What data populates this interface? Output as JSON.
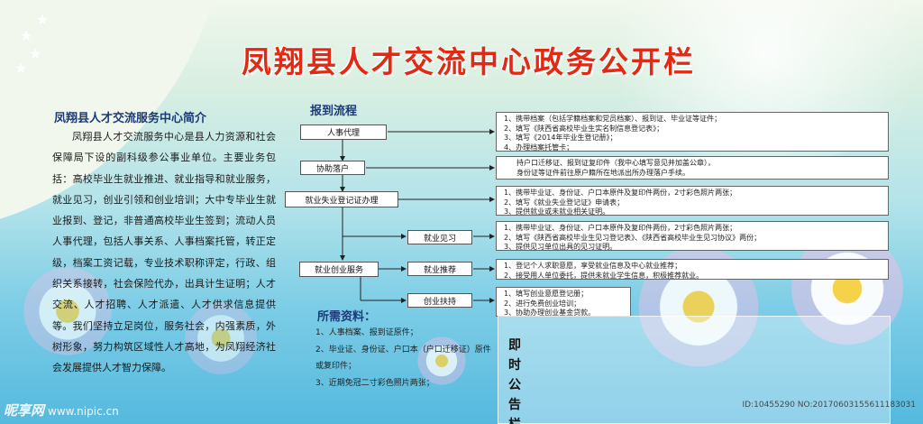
{
  "title": "凤翔县人才交流中心政务公开栏",
  "intro": {
    "heading": "凤翔县人才交流服务中心简介",
    "body": "凤翔县人才交流服务中心是县人力资源和社会保障局下设的副科级参公事业单位。主要业务包括：高校毕业生就业推进、就业指导和就业服务，就业见习，创业引领和创业培训；大中专毕业生就业报到、登记，非普通高校毕业生签到；流动人员人事代理，包括人事关系、人事档案托管，转正定级，档案工资记载，专业技术职称评定，行政、组织关系接转，社会保险代办，出具计生证明；人才交流、人才招聘、人才派遣、人才供求信息提供等。我们坚持立足岗位，服务社会，内强素质，外树形象，努力构筑区域性人才高地，为凤翔经济社会发展提供人才智力保障。"
  },
  "flow": {
    "heading": "报到流程",
    "steps": [
      "人事代理",
      "协助落户",
      "就业失业登记证办理",
      "就业创业服务"
    ],
    "sub_steps": [
      "就业见习",
      "就业推荐",
      "创业扶持"
    ],
    "details": {
      "personnel": [
        "1、携带档案（包括学籍档案和党员档案）、报到证、毕业证等证件；",
        "2、填写《陕西省高校毕业生实名制信息登记表》；",
        "3、填写《2014年毕业生登记册》；",
        "4、办理档案托管卡；"
      ],
      "settle": [
        "持户口迁移证、报到证复印件（我中心填写意见并加盖公章），",
        "身份证等证件前往原户籍所在地派出所办理落户手续。"
      ],
      "register": [
        "1、携带毕业证、身份证、户口本原件及复印件两份，2寸彩色照片两张；",
        "2、填写《就业失业登记证》申请表；",
        "3、提供就业或未就业相关证明。"
      ],
      "internship": [
        "1、携带毕业证、身份证、户口本原件及复印件两份，2寸彩色照片两张；",
        "2、填写《陕西省高校毕业生见习登记表》、《陕西省高校毕业生见习协议》两份；",
        "3、提供见习单位出具的见习证明。"
      ],
      "recommend": [
        "1、登记个人求职意愿，享受就业信息及中心就业推荐；",
        "2、接受用人单位委托，提供未就业学生信息，积极推荐就业。"
      ],
      "startup": [
        "1、填写创业意愿登记册；",
        "2、进行免费创业培训；",
        "3、协助办理创业基金贷款。"
      ]
    }
  },
  "materials": {
    "heading": "所需资料：",
    "items": [
      "1、人事档案、报到证原件；",
      "2、毕业证、身份证、户口本（户口迁移证）原件或复印件；",
      "3、近期免冠二寸彩色照片两张；"
    ]
  },
  "notice": {
    "heading": "即时公告栏"
  },
  "watermark": {
    "site_name": "昵享网",
    "site_url": "www.nipic.cn",
    "image_info": "ID:10455290 NO:20170603155611183031"
  },
  "colors": {
    "title_red": "#e02a14",
    "heading_blue": "#1c3a78"
  }
}
